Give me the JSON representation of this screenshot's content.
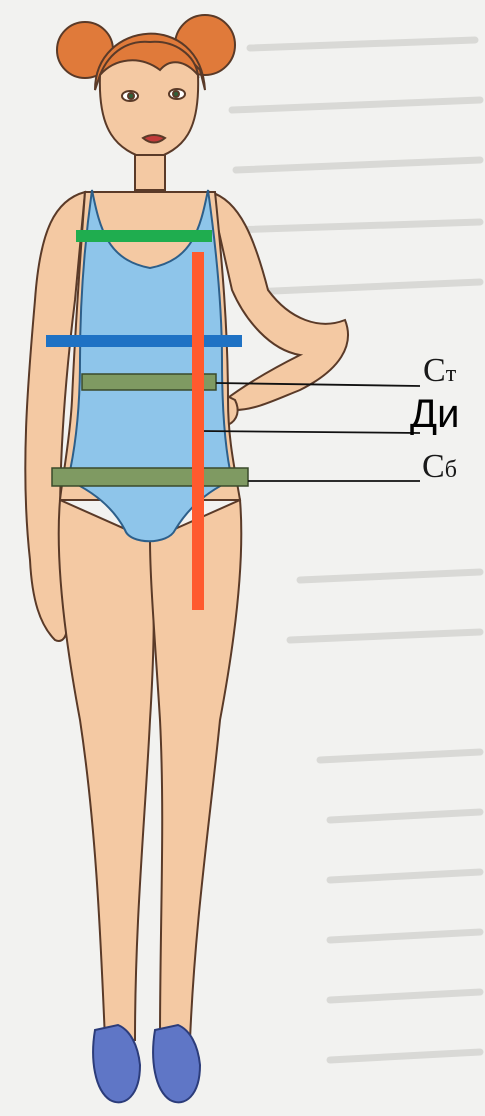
{
  "labels": {
    "st": {
      "main": "С",
      "sub": "т"
    },
    "di": "Ди",
    "sb": {
      "main": "С",
      "sub": "б"
    }
  },
  "colors": {
    "background": "#f2f2f0",
    "skin": "#f4c9a3",
    "skin_outline": "#5a3a28",
    "hair": "#e07a3a",
    "swimsuit": "#8ec5ea",
    "tape": "#7f9a62",
    "chest_line": "#1fad4f",
    "bust_line": "#1f72c4",
    "length_line": "#ff5a2e",
    "sandal": "#5f76c6",
    "leader_line": "#111111"
  },
  "icons": [
    "figure-illustration"
  ]
}
